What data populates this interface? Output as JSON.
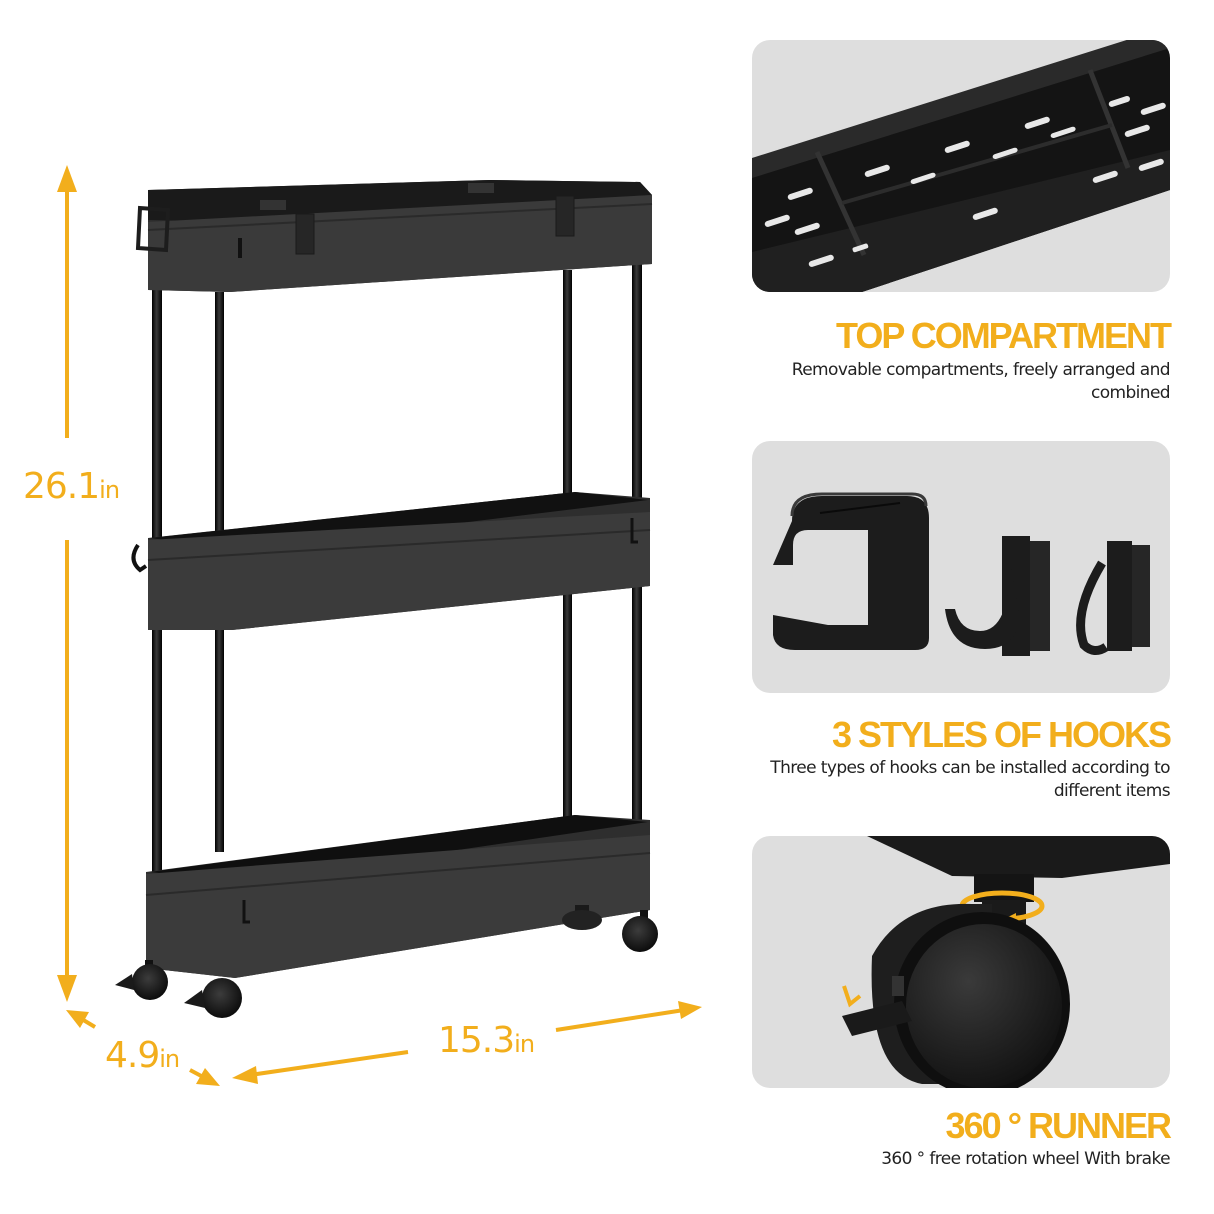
{
  "accent_color": "#F2AE1C",
  "panel_background": "#DEDEDE",
  "product": {
    "name": "3-tier slim rolling storage cart",
    "color": "black",
    "dimensions": {
      "height": {
        "value": "26.1",
        "unit": "in"
      },
      "depth": {
        "value": "4.9",
        "unit": "in"
      },
      "width": {
        "value": "15.3",
        "unit": "in"
      }
    }
  },
  "features": [
    {
      "title": "TOP COMPARTMENT",
      "description": "Removable compartments, freely arranged and combined",
      "image": "top-tray-with-dividers"
    },
    {
      "title": "3 STYLES OF HOOKS",
      "description": "Three types of hooks can be installed according to different items",
      "image": "three-hook-styles"
    },
    {
      "title": "360 ° RUNNER",
      "description": "360 ° free rotation wheel With brake",
      "image": "caster-wheel-with-brake"
    }
  ]
}
